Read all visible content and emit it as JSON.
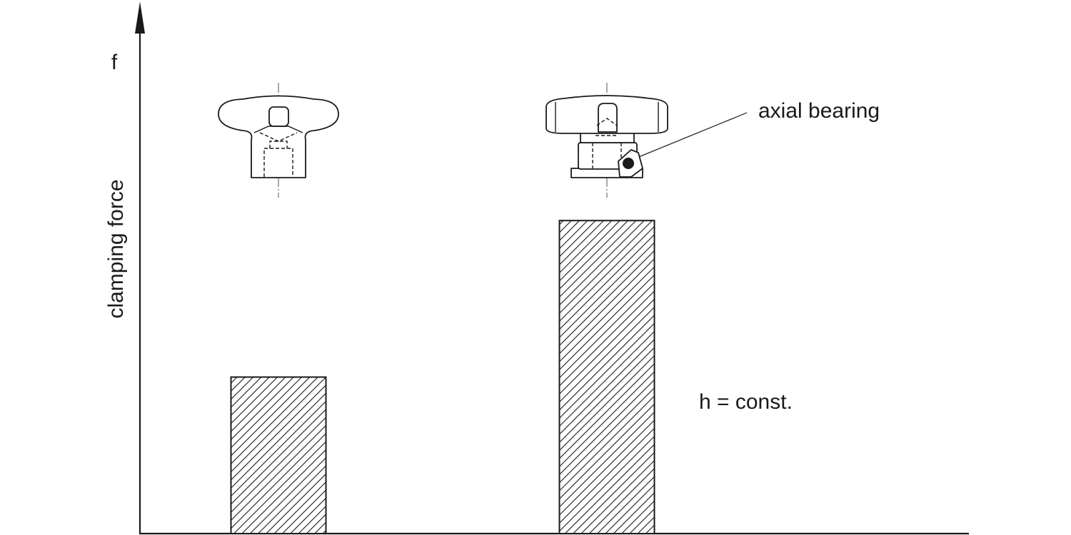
{
  "chart_data": {
    "type": "bar",
    "ylabel": "clamping force",
    "y_symbol": "f",
    "categories": [
      "",
      ""
    ],
    "values": [
      100,
      200
    ],
    "ylim": [
      0,
      335
    ],
    "grid": false,
    "legend": "none",
    "annotations": {
      "bearing_label": "axial bearing",
      "condition": "h = const."
    },
    "colors": {
      "ink": "#1a1a1a",
      "background": "#ffffff"
    }
  }
}
